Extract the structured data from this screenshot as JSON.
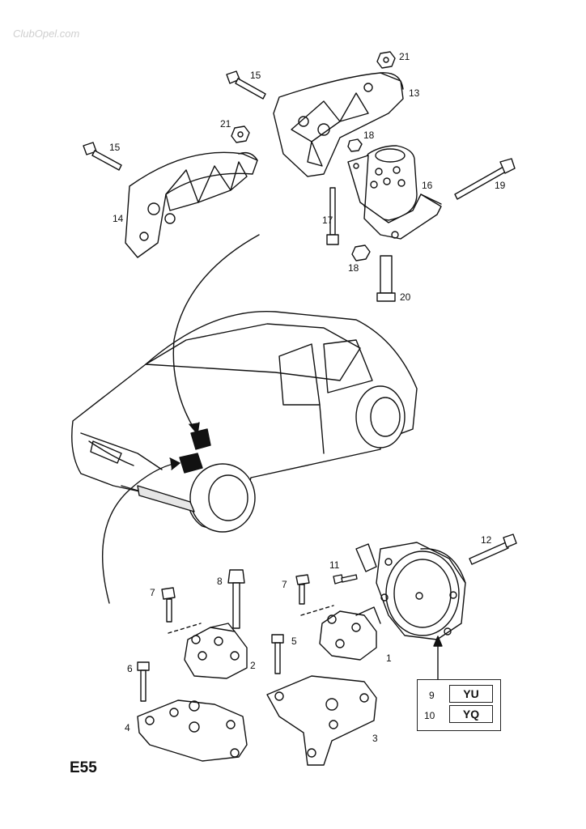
{
  "watermark": "ClubOpel.com",
  "page_code": "E55",
  "callouts": {
    "c1": "1",
    "c2": "2",
    "c3": "3",
    "c4": "4",
    "c5": "5",
    "c6": "6",
    "c7a": "7",
    "c7b": "7",
    "c8": "8",
    "c11": "11",
    "c12": "12",
    "c13": "13",
    "c14": "14",
    "c15a": "15",
    "c15b": "15",
    "c16": "16",
    "c17": "17",
    "c18a": "18",
    "c18b": "18",
    "c19": "19",
    "c20": "20",
    "c21a": "21",
    "c21b": "21"
  },
  "legend": {
    "rows": [
      {
        "num": "9",
        "code": "YU"
      },
      {
        "num": "10",
        "code": "YQ"
      }
    ]
  }
}
